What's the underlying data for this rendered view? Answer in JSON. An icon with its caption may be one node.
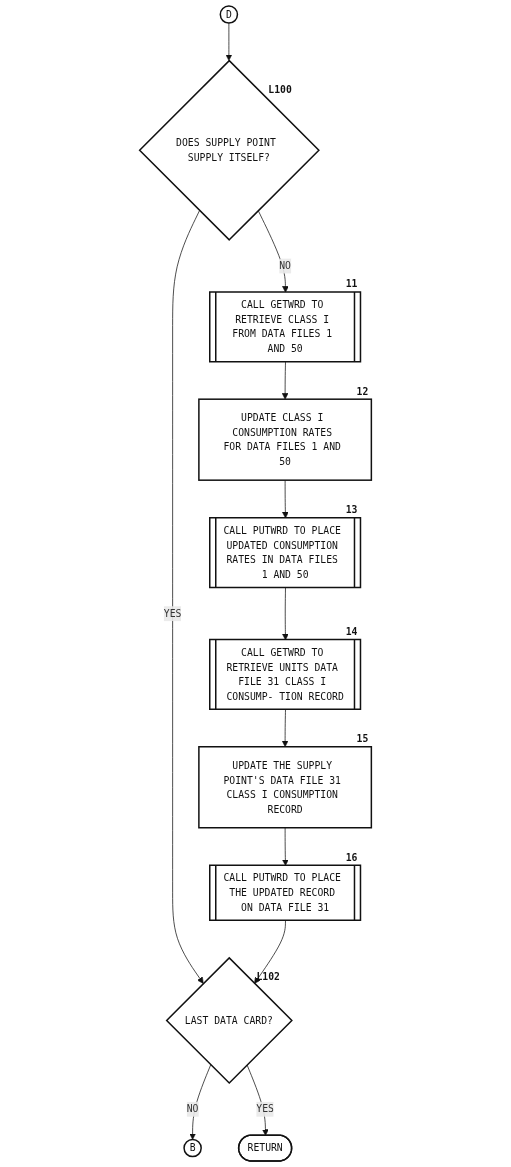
{
  "diagram": {
    "nodes": [
      {
        "text": [
          "D"
        ]
      },
      {
        "text": [
          "DOES SUPPLY POINT SUPPLY ITSELF?"
        ],
        "beside": [
          "L100"
        ]
      },
      {
        "text": [
          "CALL GETWRD TO RETRIEVE CLASS I FROM DATA FILES 1 AND 50"
        ],
        "beside": [
          "11"
        ]
      },
      {
        "text": [
          "UPDATE CLASS I CONSUMPTION RATES FOR DATA FILES 1 AND 50"
        ],
        "beside": [
          "12"
        ]
      },
      {
        "text": [
          "CALL PUTWRD TO PLACE UPDATED CONSUMPTION RATES IN DATA FILES 1 AND 50"
        ],
        "beside": [
          "13"
        ]
      },
      {
        "text": [
          "CALL GETWRD TO RETRIEVE UNITS DATA FILE 31 CLASS I CONSUMP- TION RECORD"
        ],
        "beside": [
          "14"
        ]
      },
      {
        "text": [
          "UPDATE THE SUPPLY POINT'S DATA FILE 31 CLASS I CONSUMPTION RECORD"
        ],
        "beside": [
          "15"
        ]
      },
      {
        "text": [
          "CALL PUTWRD TO PLACE THE UPDATED RECORD ON DATA FILE 31"
        ],
        "beside": [
          "16"
        ]
      },
      {
        "text": [
          "LAST DATA CARD?"
        ],
        "beside": [
          "L102"
        ]
      },
      {
        "text": [
          "B"
        ]
      },
      {
        "text": [
          "RETURN"
        ]
      }
    ],
    "edges": [
      {
        "from": 0,
        "to": 1,
        "arrow": "to"
      },
      {
        "from": 1,
        "to": 2,
        "arrow": "to",
        "label": "NO"
      },
      {
        "from": 1,
        "to": 8,
        "arrow": "to",
        "label": "YES"
      },
      {
        "from": 2,
        "to": 3,
        "arrow": "to"
      },
      {
        "from": 3,
        "to": 4,
        "arrow": "to"
      },
      {
        "from": 4,
        "to": 5,
        "arrow": "to"
      },
      {
        "from": 5,
        "to": 6,
        "arrow": "to"
      },
      {
        "from": 6,
        "to": 7,
        "arrow": "to"
      },
      {
        "from": 7,
        "to": 8,
        "arrow": "to"
      },
      {
        "from": 8,
        "to": 9,
        "arrow": "to",
        "label": "NO"
      },
      {
        "from": 8,
        "to": 10,
        "arrow": "to",
        "label": "YES"
      }
    ]
  }
}
